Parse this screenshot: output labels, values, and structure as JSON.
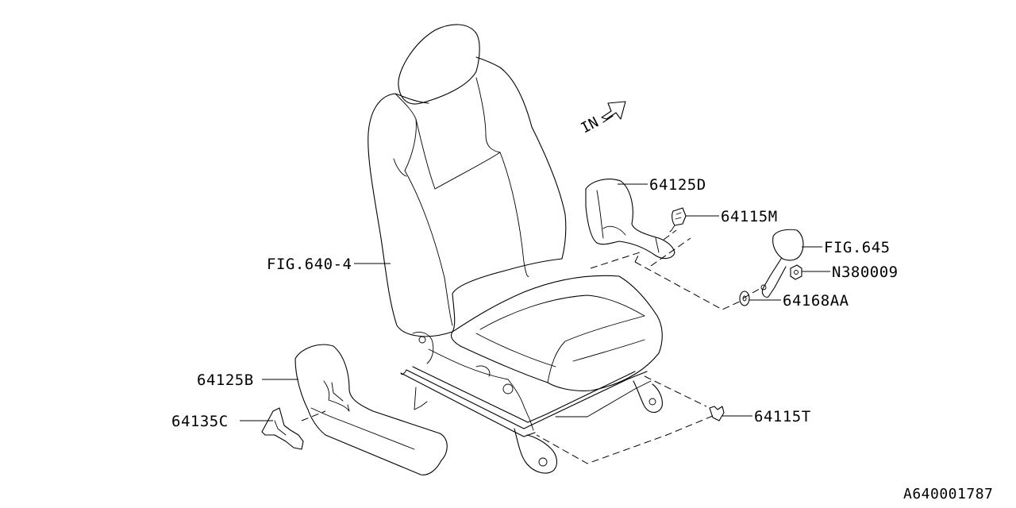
{
  "diagram": {
    "direction_indicator": "IN",
    "callouts": {
      "fig640_4": "FIG.640-4",
      "p64125D": "64125D",
      "p64115M": "64115M",
      "fig645": "FIG.645",
      "n380009": "N380009",
      "p64168AA": "64168AA",
      "p64125B": "64125B",
      "p64135C": "64135C",
      "p64115T": "64115T"
    },
    "diagram_code": "A640001787"
  }
}
